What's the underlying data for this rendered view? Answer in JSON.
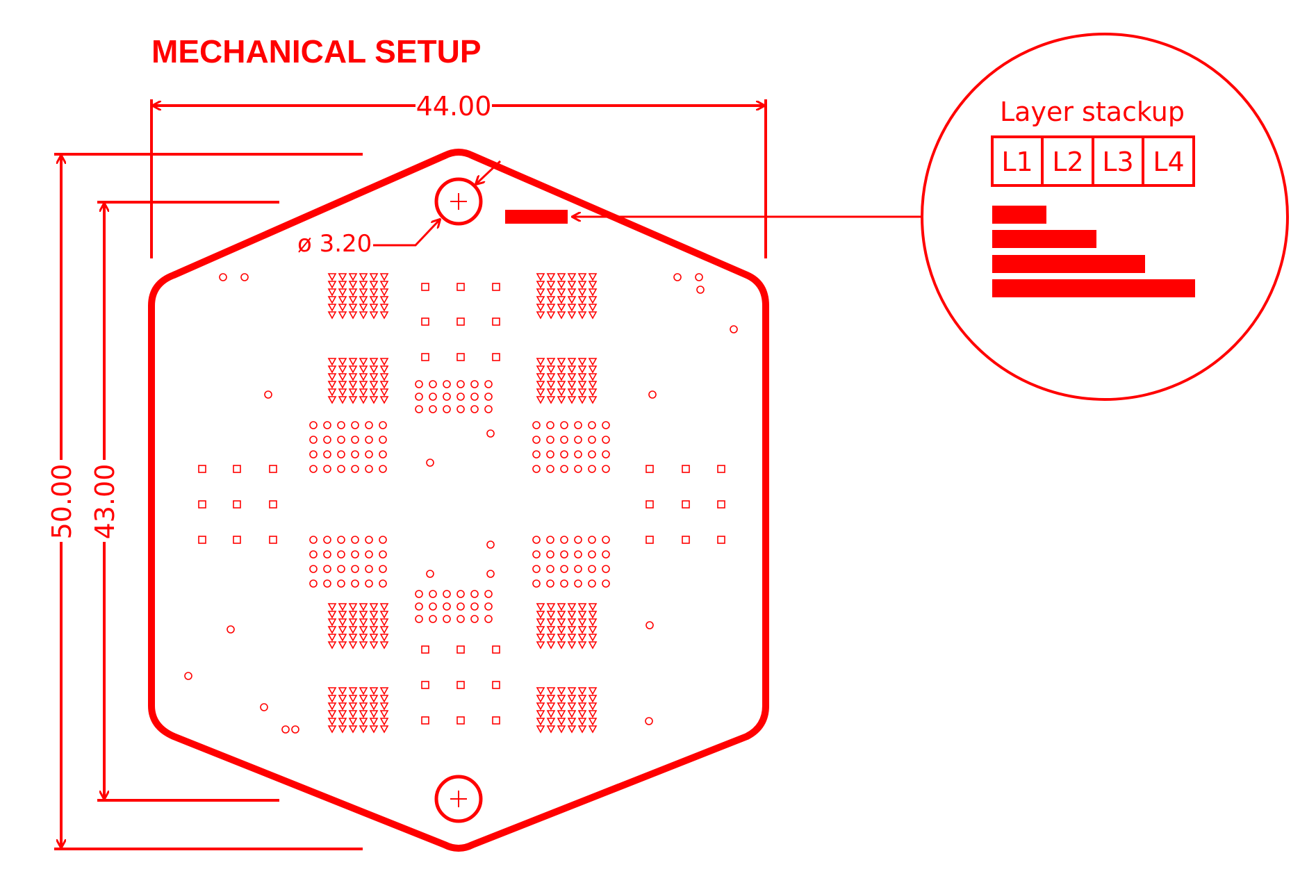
{
  "title": "MECHANICAL SETUP",
  "dimensions": {
    "width": "44.00",
    "height_outer": "50.00",
    "height_inner": "43.00",
    "hole_diameter": "ø 3.20"
  },
  "layer_stackup": {
    "title": "Layer stackup",
    "layers": [
      "L1",
      "L2",
      "L3",
      "L4"
    ],
    "bars": 4
  },
  "colors": {
    "ink": "#ff0000",
    "background": "#ffffff"
  }
}
